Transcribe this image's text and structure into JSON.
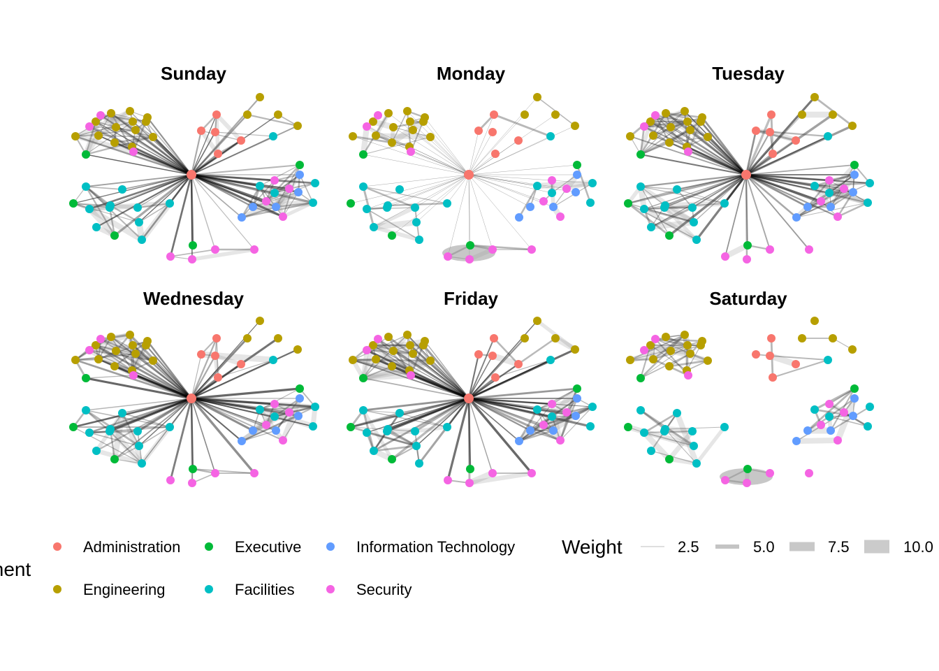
{
  "chart_data": {
    "type": "network",
    "facets": [
      {
        "title": "Sunday",
        "layout": "full"
      },
      {
        "title": "Monday",
        "layout": "sparse"
      },
      {
        "title": "Tuesday",
        "layout": "full"
      },
      {
        "title": "Wednesday",
        "layout": "full"
      },
      {
        "title": "Friday",
        "layout": "friday"
      },
      {
        "title": "Saturday",
        "layout": "saturday"
      }
    ],
    "legend": {
      "color_title": "Department",
      "color_title_visible": "ment",
      "departments": [
        {
          "name": "Administration",
          "color": "#F8766D"
        },
        {
          "name": "Engineering",
          "color": "#B79F00"
        },
        {
          "name": "Executive",
          "color": "#00BA38"
        },
        {
          "name": "Facilities",
          "color": "#00BFC4"
        },
        {
          "name": "Information Technology",
          "color": "#619CFF"
        },
        {
          "name": "Security",
          "color": "#F564E3"
        }
      ],
      "weight_title": "Weight",
      "weights": [
        2.5,
        5.0,
        7.5,
        10.0
      ],
      "weight_labels": [
        "2.5",
        "5.0",
        "7.5",
        "10.0"
      ]
    }
  }
}
